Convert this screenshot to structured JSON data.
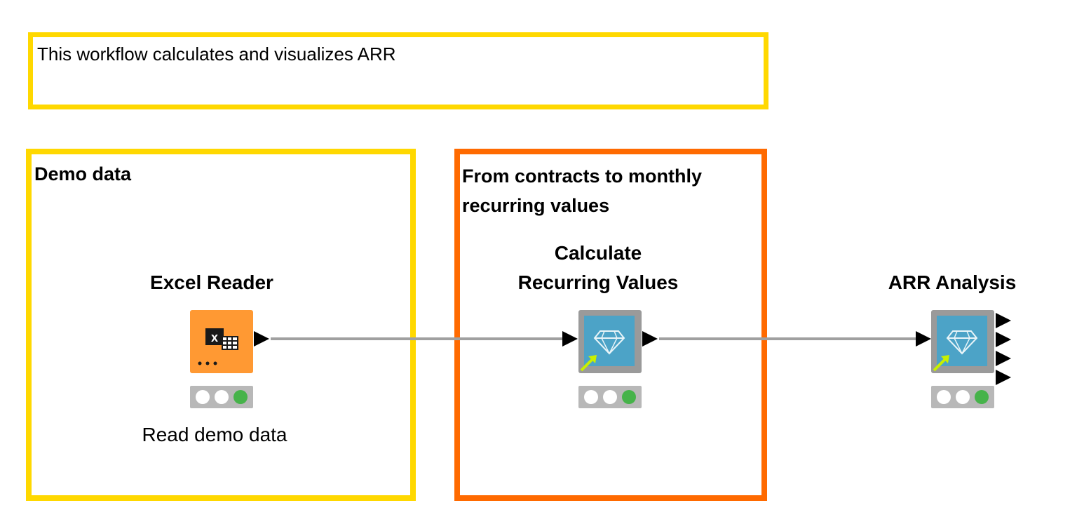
{
  "annotations": {
    "top": "This workflow calculates and visualizes ARR",
    "demo": "Demo data",
    "contracts": "From contracts to monthly\nrecurring values"
  },
  "nodes": {
    "excel_reader": {
      "title": "Excel Reader",
      "caption": "Read demo data",
      "icon": "excel-icon",
      "status": "executed"
    },
    "calc_recurring": {
      "title": "Calculate\nRecurring Values",
      "icon": "diamond-icon",
      "status": "executed"
    },
    "arr_analysis": {
      "title": "ARR Analysis",
      "icon": "diamond-icon",
      "status": "executed"
    }
  },
  "colors": {
    "annotation_yellow": "#ffd800",
    "annotation_orange": "#ff6a00",
    "node_orange": "#ff9933",
    "component_blue": "#4ca3c7",
    "status_green": "#46b34a",
    "wire_gray": "#a0a0a0"
  }
}
